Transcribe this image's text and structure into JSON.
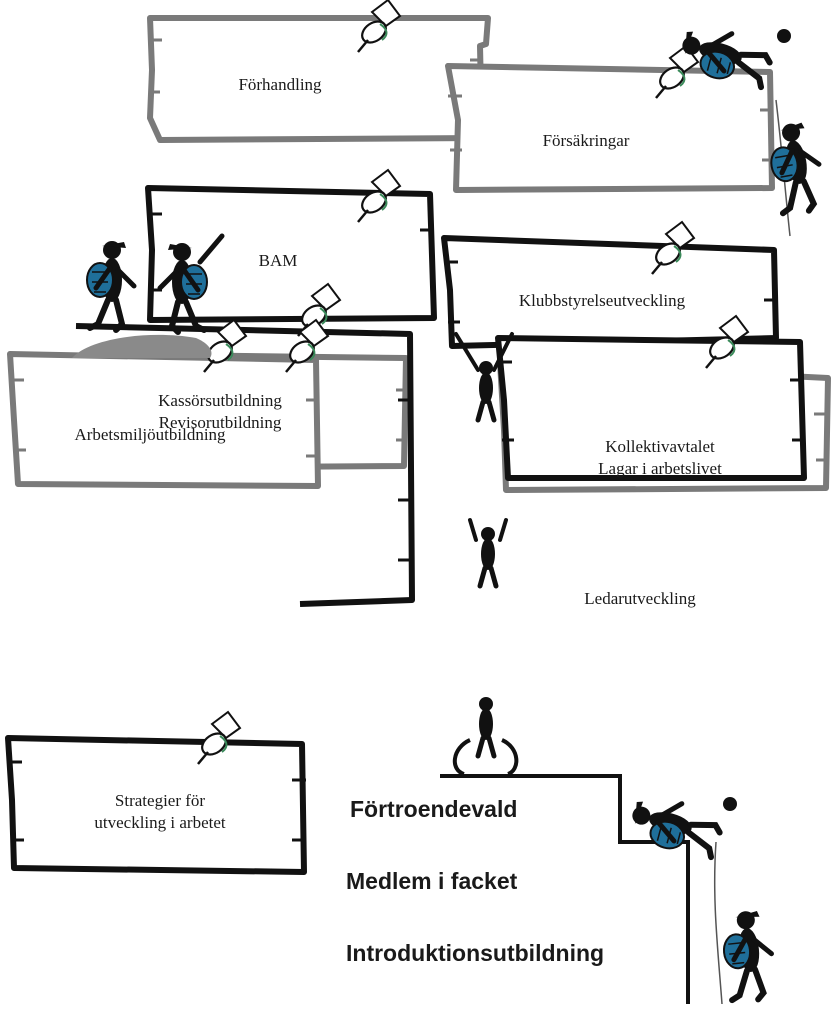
{
  "signs": [
    {
      "id": "forhandling",
      "lines": [
        "Förhandling"
      ]
    },
    {
      "id": "forsakringar",
      "lines": [
        "Försäkringar"
      ]
    },
    {
      "id": "bam",
      "lines": [
        "BAM"
      ]
    },
    {
      "id": "klubbstyrelseutveckling",
      "lines": [
        "Klubbstyrelseutveckling"
      ]
    },
    {
      "id": "kassor-revisor",
      "lines": [
        "Kassörsutbildning",
        "Revisorutbildning"
      ]
    },
    {
      "id": "kollektivavtalet",
      "lines": [
        "Kollektivavtalet",
        "Lagar i arbetslivet"
      ]
    },
    {
      "id": "arbetsmiljo",
      "lines": [
        "Arbetsmiljöutbildning"
      ]
    },
    {
      "id": "ledarutveckling",
      "lines": [
        "Ledarutveckling"
      ]
    },
    {
      "id": "strategier",
      "lines": [
        "Strategier för",
        "utveckling i arbetet"
      ]
    }
  ],
  "levels": [
    "Förtroendevald",
    "Medlem i facket",
    "Introduktionsutbildning"
  ],
  "colors": {
    "ink": "#111111",
    "grey_frame": "#7a7a7a",
    "pin_green": "#3a8a5a",
    "backpack_blue": "#1f6f9a",
    "rock_grey": "#8a8a8a"
  },
  "icons": [
    "pushpin-icon",
    "climber-icon",
    "hiker-pair-icon",
    "acrobat-tower-icon"
  ]
}
